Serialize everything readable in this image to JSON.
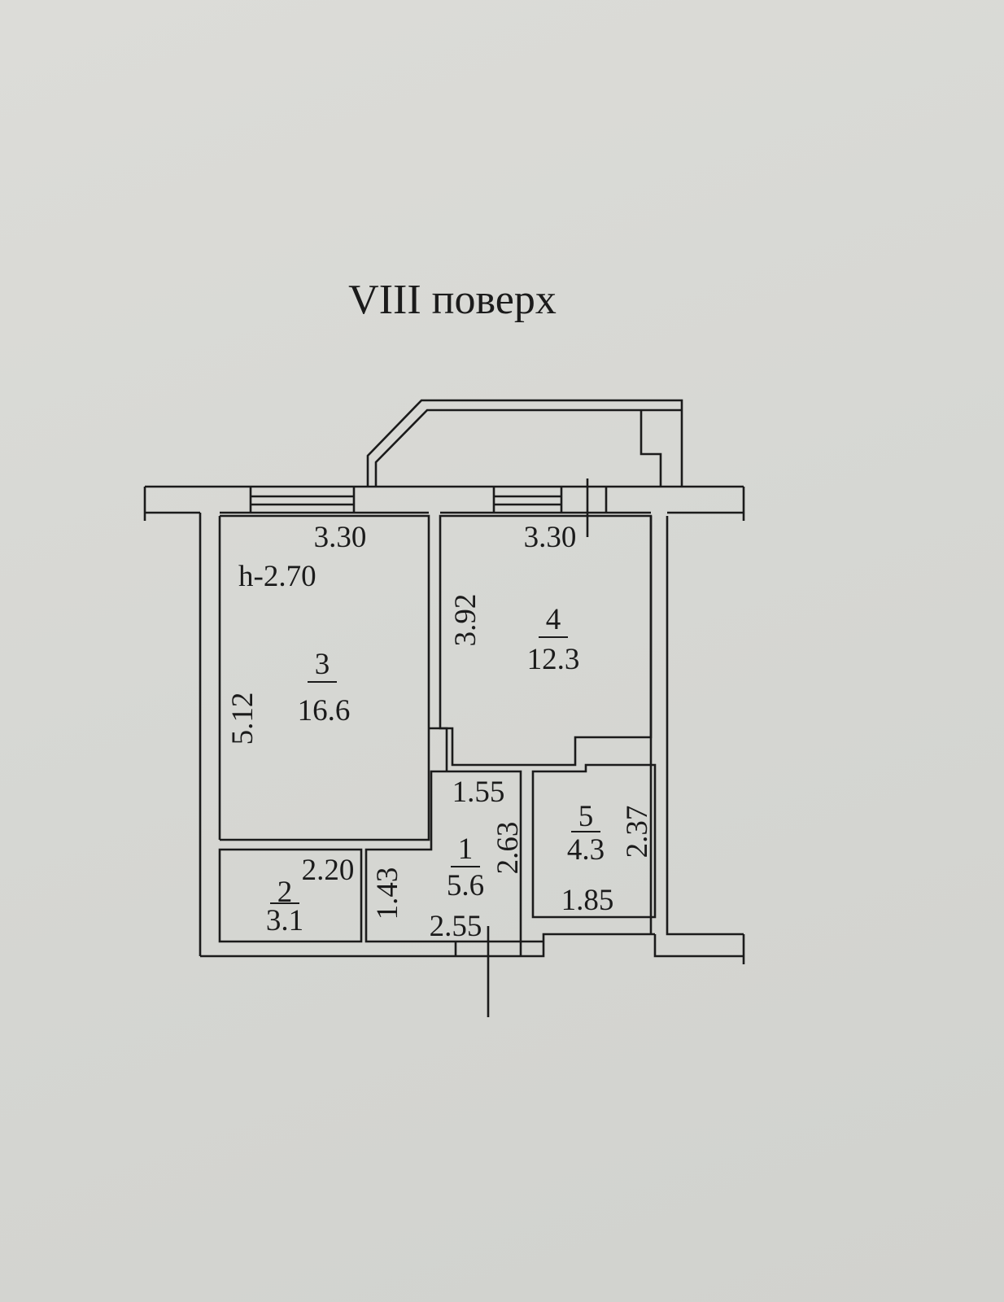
{
  "title": "VIII поверх",
  "ceiling_height": "h-2.70",
  "rooms": [
    {
      "number": "1",
      "area": "5.6",
      "dims": [
        "1.55",
        "2.63",
        "2.55",
        "1.43"
      ]
    },
    {
      "number": "2",
      "area": "3.1",
      "dims": [
        "2.20"
      ]
    },
    {
      "number": "3",
      "area": "16.6",
      "dims": [
        "3.30",
        "5.12"
      ]
    },
    {
      "number": "4",
      "area": "12.3",
      "dims": [
        "3.30",
        "3.92"
      ]
    },
    {
      "number": "5",
      "area": "4.3",
      "dims": [
        "1.85",
        "2.37"
      ]
    }
  ]
}
